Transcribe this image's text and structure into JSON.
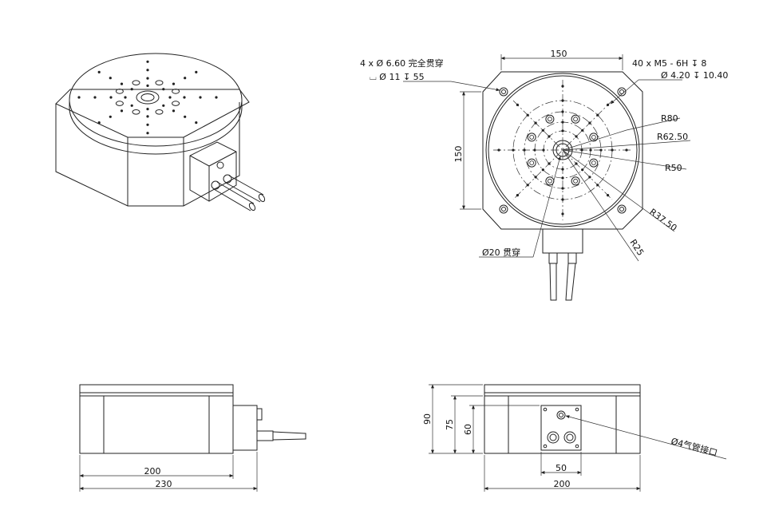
{
  "annotations": {
    "thru_holes_line1": "4 x Ø 6.60 完全贯穿",
    "thru_holes_line2": "⌴ Ø 11 ↧ 55",
    "tapped_line1": "40 x  M5 - 6H ↧ 8",
    "tapped_line2": "Ø 4.20 ↧ 10.40",
    "center_hole": "Ø20 贯穿",
    "air_port": "Ø4气管接口"
  },
  "dimensions": {
    "top_width": "150",
    "top_height": "150",
    "r80": "R80",
    "r62": "R62.50",
    "r50": "R50",
    "r37": "R37.50",
    "r25": "R25",
    "front_200": "200",
    "front_230": "230",
    "side_200": "200",
    "side_50": "50",
    "side_90": "90",
    "side_75": "75",
    "side_60": "60"
  },
  "colors": {
    "line": "#222222",
    "background": "#ffffff"
  }
}
